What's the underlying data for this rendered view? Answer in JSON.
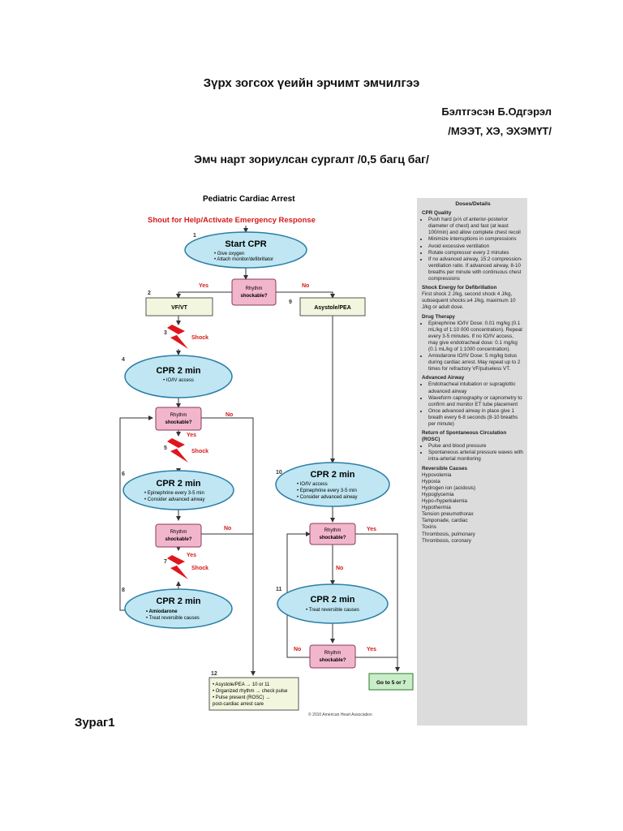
{
  "document": {
    "title": "Зүрх зогсох үеийн эрчимт эмчилгээ",
    "author_name": "Бэлтгэсэн Б.Одгэрэл",
    "author_affil": "/МЭЭТ, ХЭ, ЭХЭМҮТ/",
    "subtitle": "Эмч нарт зориулсан сургалт  /0,5 багц баг/",
    "caption": "Зураг1"
  },
  "figure": {
    "title": "Pediatric Cardiac Arrest",
    "shout": "Shout for Help/Activate Emergency Response",
    "copyright": "© 2010 American Heart Association",
    "step_numbers": [
      "1",
      "2",
      "3",
      "4",
      "5",
      "6",
      "7",
      "8",
      "9",
      "10",
      "11",
      "12"
    ],
    "start": {
      "title": "Start CPR",
      "items": [
        "• Give oxygen",
        "• Attach monitor/defibrillator"
      ]
    },
    "rhythm_q": "Rhythm shockable?",
    "rhythm_q_l1": "Rhythm",
    "rhythm_q_l2": "shockable?",
    "yes": "Yes",
    "no": "No",
    "vfvt": "VF/VT",
    "asystole": "Asystole/PEA",
    "shock": "Shock",
    "cpr4": {
      "title": "CPR 2 min",
      "items": [
        "• IO/IV access"
      ]
    },
    "cpr6": {
      "title": "CPR 2 min",
      "items": [
        "• Epinephrine every 3-5 min",
        "• Consider advanced airway"
      ]
    },
    "cpr8": {
      "title": "CPR 2 min",
      "items": [
        "• Amiodarone",
        "• Treat reversible causes"
      ]
    },
    "cpr10": {
      "title": "CPR 2 min",
      "items": [
        "• IO/IV access",
        "• Epinephrine every 3-5 min",
        "• Consider advanced airway"
      ]
    },
    "cpr11": {
      "title": "CPR 2 min",
      "items": [
        "• Treat reversible causes"
      ]
    },
    "goto": "Go to 5 or 7",
    "box12": [
      "• Asystole/PEA → 10 or 11",
      "• Organized rhythm → check pulse",
      "• Pulse present (ROSC) →",
      "   post-cardiac arrest care"
    ]
  },
  "sidebar": {
    "header": "Doses/Details",
    "sections": [
      {
        "title": "CPR Quality",
        "items": [
          "Push hard (≥⅓ of anterior-posterior diameter of chest) and fast (at least 100/min) and allow complete chest recoil",
          "Minimize interruptions in compressions",
          "Avoid excessive ventilation",
          "Rotate compressor every 2 minutes",
          "If no advanced airway, 15:2 compression-ventilation ratio. If advanced airway, 8-10 breaths per minute with continuous chest compressions"
        ]
      },
      {
        "title": "Shock Energy for Defibrillation",
        "text": "First shock 2 J/kg, second shock 4 J/kg, subsequent shocks ≥4 J/kg, maximum 10 J/kg or adult dose."
      },
      {
        "title": "Drug Therapy",
        "items": [
          "Epinephrine IO/IV Dose: 0.01 mg/kg (0.1 mL/kg of 1:10 000 concentration). Repeat every 3-5 minutes. If no IO/IV access, may give endotracheal dose: 0.1 mg/kg (0.1 mL/kg of 1:1000 concentration).",
          "Amiodarone IO/IV Dose: 5 mg/kg bolus during cardiac arrest. May repeat up to 2 times for refractory VF/pulseless VT."
        ]
      },
      {
        "title": "Advanced Airway",
        "items": [
          "Endotracheal intubation or supraglottic advanced airway",
          "Waveform capnography or capnometry to confirm and monitor ET tube placement",
          "Once advanced airway in place give 1 breath every 6-8 seconds (8-10 breaths per minute)"
        ]
      },
      {
        "title": "Return of Spontaneous Circulation (ROSC)",
        "items": [
          "Pulse and blood pressure",
          "Spontaneous arterial pressure waves with intra-arterial monitoring"
        ]
      },
      {
        "title": "Reversible Causes",
        "items": [
          "Hypovolemia",
          "Hypoxia",
          "Hydrogen ion (acidosis)",
          "Hypoglycemia",
          "Hypo-/hyperkalemia",
          "Hypothermia",
          "Tension pneumothorax",
          "Tamponade, cardiac",
          "Toxins",
          "Thrombosis, pulmonary",
          "Thrombosis, coronary"
        ]
      }
    ]
  },
  "colors": {
    "ellipse_fill": "#bfe6f2",
    "ellipse_stroke": "#2a7da6",
    "diamond_fill": "#f2b6cc",
    "shock_red": "#e0151b",
    "label_red": "#d21b1b",
    "box_fill": "#f3f6de",
    "goto_fill": "#c9ecc9"
  }
}
